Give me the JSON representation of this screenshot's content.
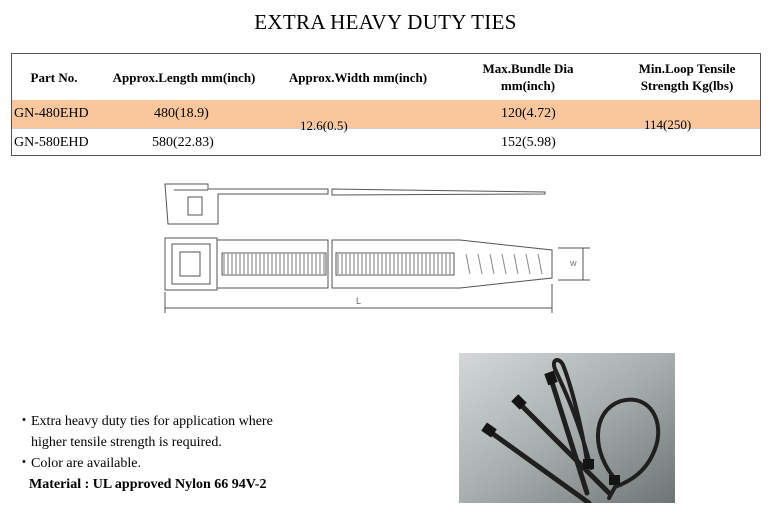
{
  "title": "EXTRA HEAVY DUTY TIES",
  "table": {
    "headers": {
      "part_no": "Part No.",
      "length": "Approx.Length  mm(inch)",
      "width": "Approx.Width mm(inch)",
      "bundle_line1": "Max.Bundle Dia",
      "bundle_line2": "mm(inch)",
      "tensile_line1": "Min.Loop Tensile",
      "tensile_line2": "Strength  Kg(lbs)"
    },
    "rows": [
      {
        "part_no": "GN-480EHD",
        "length": "480(18.9)",
        "bundle": "120(4.72)"
      },
      {
        "part_no": "GN-580EHD",
        "length": "580(22.83)",
        "bundle": "152(5.98)"
      }
    ],
    "shared_width": "12.6(0.5)",
    "shared_tensile": "114(250)",
    "highlight_color": "#f9c79b"
  },
  "drawing": {
    "length_label": "L",
    "width_label": "W"
  },
  "notes": {
    "bullet": "・",
    "line1": "Extra heavy duty ties for application where",
    "line2": "higher tensile strength is required.",
    "line3": "Color are available.",
    "material": "Material : UL approved Nylon 66 94V-2"
  }
}
